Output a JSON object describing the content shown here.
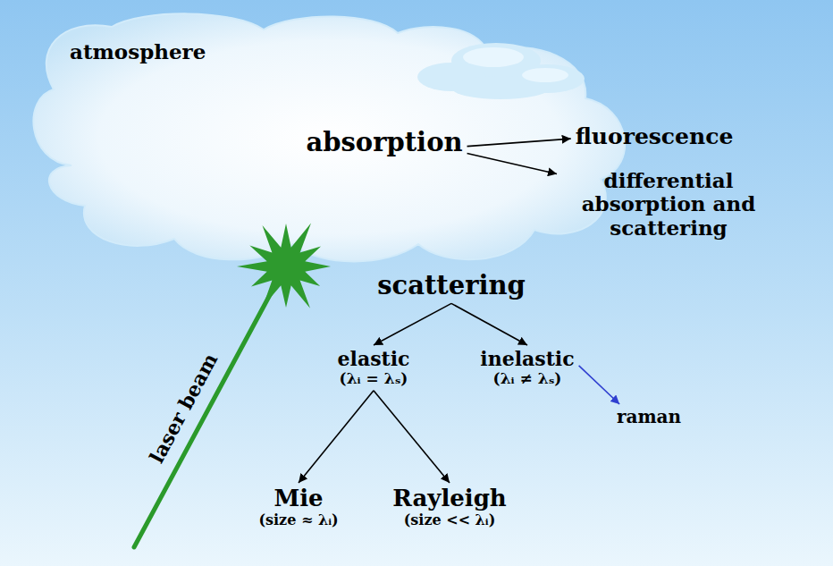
{
  "diagram": {
    "nodes": [
      {
        "text": [
          "atmosphere"
        ]
      },
      {
        "text": [
          "absorption"
        ],
        "in": 0
      },
      {
        "text": [
          "fluorescence"
        ]
      },
      {
        "text": [
          "differential absorption and scattering"
        ]
      },
      {
        "text": [
          "scattering"
        ]
      },
      {
        "text": [
          "elastic",
          "(λᵢ = λₛ)"
        ]
      },
      {
        "text": [
          "inelastic",
          "(λᵢ ≠ λₛ)"
        ]
      },
      {
        "text": [
          "raman"
        ]
      },
      {
        "text": [
          "Mie",
          "(size ≈ λᵢ)"
        ]
      },
      {
        "text": [
          "Rayleigh",
          "(size << λᵢ)"
        ]
      }
    ],
    "edges": [
      {
        "from": 1,
        "to": 2,
        "arrow": "to"
      },
      {
        "from": 1,
        "to": 3,
        "arrow": "to"
      },
      {
        "from": 4,
        "to": 5,
        "arrow": "to"
      },
      {
        "from": 4,
        "to": 6,
        "arrow": "to"
      },
      {
        "from": 6,
        "to": 7,
        "arrow": "to"
      },
      {
        "from": 5,
        "to": 8,
        "arrow": "to"
      },
      {
        "from": 5,
        "to": 9,
        "arrow": "to"
      }
    ],
    "labels": [
      "laser beam"
    ]
  }
}
